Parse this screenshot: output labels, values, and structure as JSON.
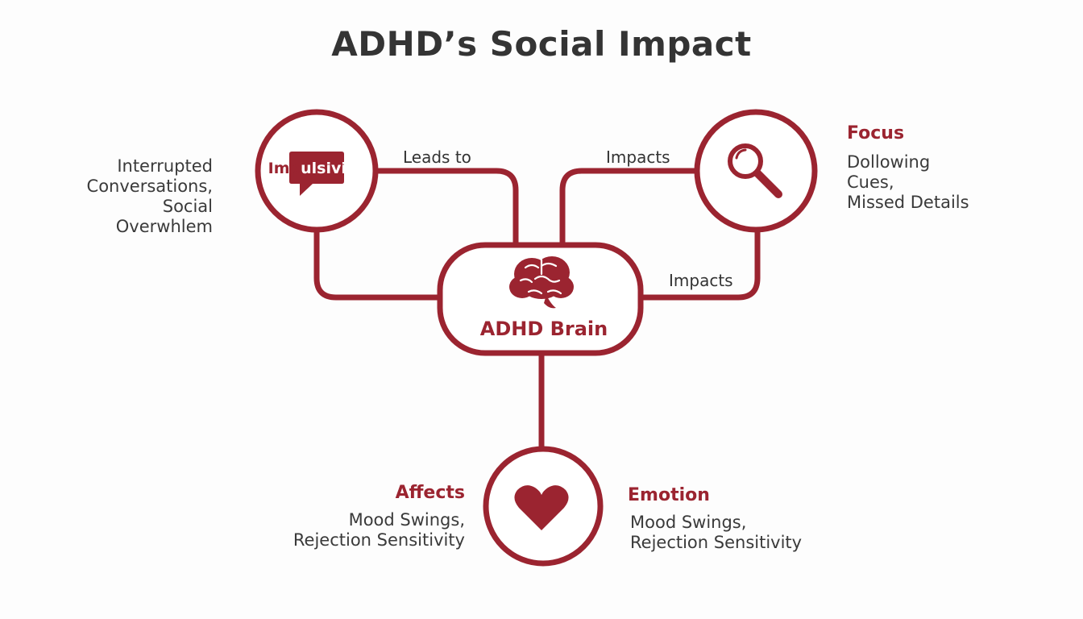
{
  "title": "ADHD’s Social Impact",
  "center": {
    "label": "ADHD Brain",
    "icon": "brain-icon"
  },
  "impulsivity": {
    "label_left": "Imp",
    "label_right": "ulsivity",
    "icon": "speech-bubble-icon",
    "edge_label": "Leads to",
    "description": [
      "Interrupted",
      "Conversations,",
      "Social",
      "Overwhlem"
    ]
  },
  "focus": {
    "heading": "Focus",
    "icon": "magnifier-icon",
    "edge_label_top": "Impacts",
    "edge_label_side": "Impacts",
    "description": [
      "Dollowing",
      "Cues,",
      "Missed Details"
    ]
  },
  "emotion": {
    "heading": "Emotion",
    "icon": "heart-icon",
    "edge_heading": "Affects",
    "edge_description": [
      "Mood Swings,",
      "Rejection Sensitivity"
    ],
    "description": [
      "Mood Swings,",
      "Rejection Sensitivity"
    ]
  },
  "colors": {
    "accent": "#9b2430",
    "text": "#333333",
    "background": "#fdfdfd"
  }
}
